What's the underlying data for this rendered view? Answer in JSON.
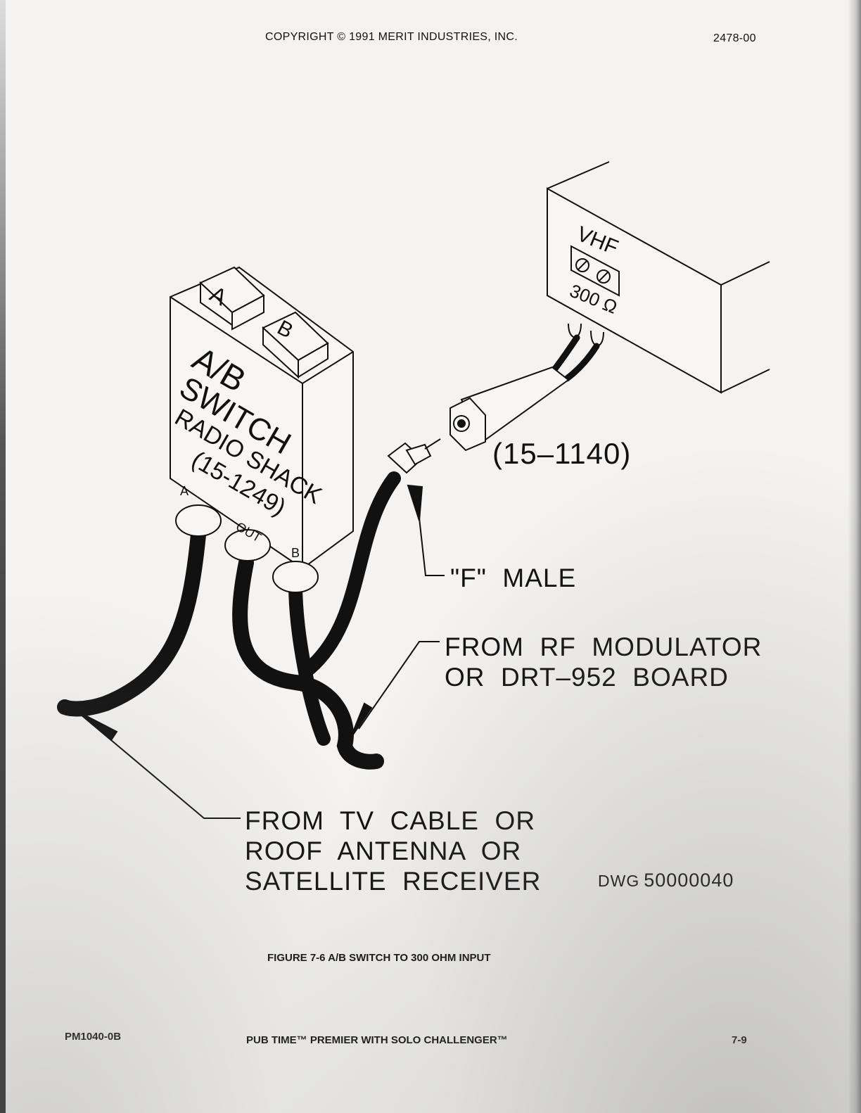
{
  "header": {
    "copyright": "COPYRIGHT © 1991 MERIT INDUSTRIES, INC.",
    "doc_number": "2478-00"
  },
  "diagram": {
    "switch": {
      "button_a": "A",
      "button_b": "B",
      "face_ab": "A/B",
      "face_switch": "SWITCH",
      "face_brand": "RADIO SHACK",
      "face_part": "(15-1249)",
      "port_a": "A",
      "port_out": "OUT",
      "port_b": "B"
    },
    "tv": {
      "band": "VHF",
      "impedance": "300 Ω"
    },
    "labels": {
      "connector_part": "(15–1140)",
      "f_male": "\"F\"  MALE",
      "rf_source": "FROM  RF  MODULATOR\nOR  DRT–952  BOARD",
      "tv_source": "FROM  TV  CABLE  OR\nROOF  ANTENNA  OR\nSATELLITE  RECEIVER"
    }
  },
  "drawing_no": {
    "prefix": "DWG",
    "number": "50000040"
  },
  "caption": "FIGURE 7-6 A/B SWITCH TO 300 OHM INPUT",
  "footer": {
    "left": "PM1040-0B",
    "center": "PUB TIME™ PREMIER WITH SOLO CHALLENGER™",
    "right": "7-9"
  }
}
